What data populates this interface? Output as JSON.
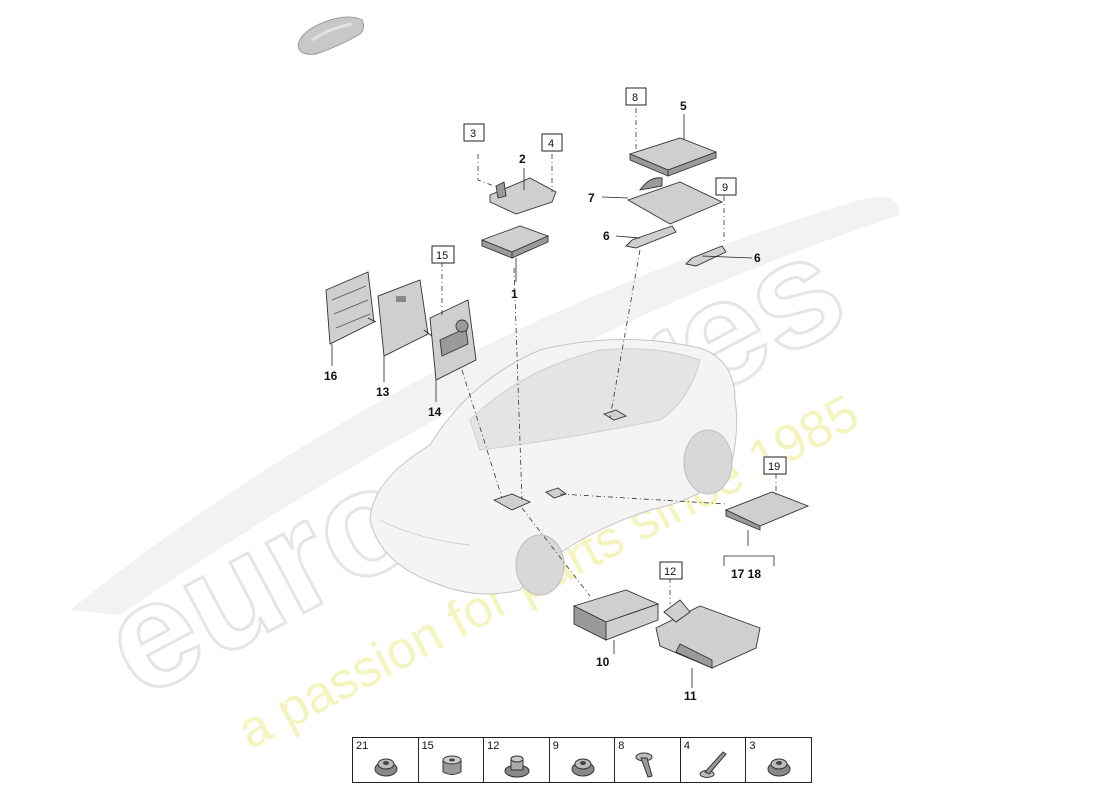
{
  "watermark": {
    "brand": "eurospares",
    "tagline": "a passion for parts since 1985"
  },
  "part_labels": [
    {
      "id": "lbl-1",
      "text": "1"
    },
    {
      "id": "lbl-2",
      "text": "2"
    },
    {
      "id": "lbl-5",
      "text": "5"
    },
    {
      "id": "lbl-6a",
      "text": "6"
    },
    {
      "id": "lbl-6b",
      "text": "6"
    },
    {
      "id": "lbl-7",
      "text": "7"
    },
    {
      "id": "lbl-10",
      "text": "10"
    },
    {
      "id": "lbl-11",
      "text": "11"
    },
    {
      "id": "lbl-13",
      "text": "13"
    },
    {
      "id": "lbl-14",
      "text": "14"
    },
    {
      "id": "lbl-16",
      "text": "16"
    },
    {
      "id": "lbl-17-18",
      "text": "17 18"
    }
  ],
  "boxed_labels": [
    {
      "id": "box-3",
      "text": "3"
    },
    {
      "id": "box-4",
      "text": "4"
    },
    {
      "id": "box-8",
      "text": "8"
    },
    {
      "id": "box-9",
      "text": "9"
    },
    {
      "id": "box-12",
      "text": "12"
    },
    {
      "id": "box-15",
      "text": "15"
    },
    {
      "id": "box-19",
      "text": "19"
    }
  ],
  "fasteners": [
    {
      "number": "21",
      "icon": "nut-icon"
    },
    {
      "number": "15",
      "icon": "sleeve-nut-icon"
    },
    {
      "number": "12",
      "icon": "flange-nut-icon"
    },
    {
      "number": "9",
      "icon": "nut-icon"
    },
    {
      "number": "8",
      "icon": "short-screw-icon"
    },
    {
      "number": "4",
      "icon": "long-bolt-icon"
    },
    {
      "number": "3",
      "icon": "nut-icon"
    }
  ]
}
